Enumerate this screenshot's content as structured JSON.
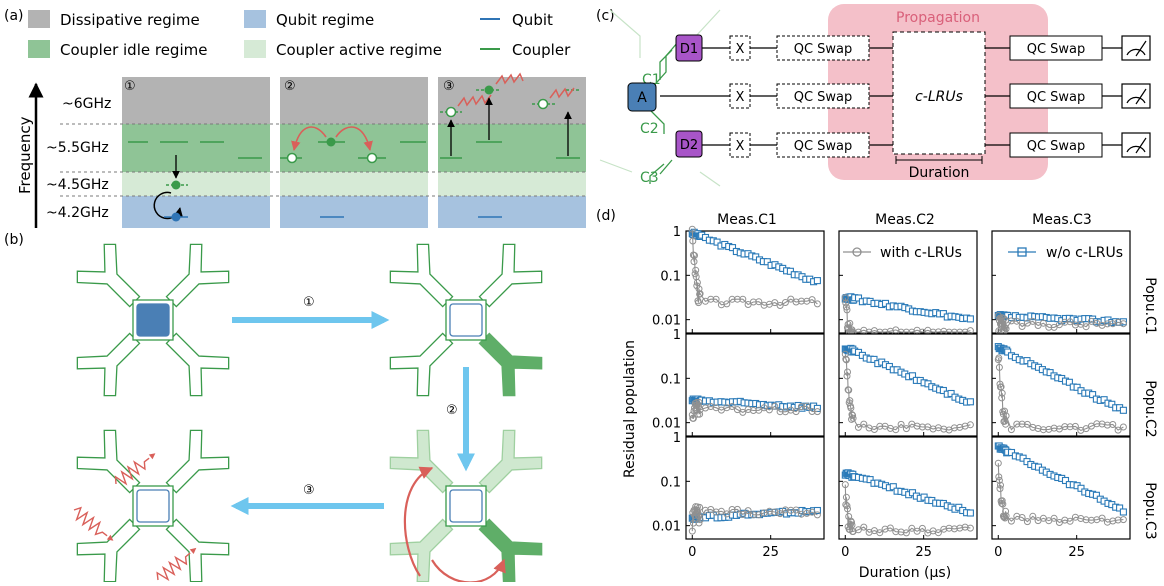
{
  "panel_labels": {
    "a": "(a)",
    "b": "(b)",
    "c": "(c)",
    "d": "(d)"
  },
  "colors": {
    "dissipative": "#b3b3b3",
    "qubit_regime": "#a6c2df",
    "coupler_idle": "#8fc496",
    "coupler_active": "#d6ead6",
    "qubit_line": "#2f74b5",
    "coupler_line": "#3a9a4a",
    "transfer_arrow": "#6ec6ee",
    "loss_red": "#d9605a",
    "pink_region": "#f4c0c9",
    "ancilla": "#4a7fb5",
    "data_qubit": "#a855c8",
    "gray_series": "#909090",
    "blue_series": "#2a7ab8"
  },
  "panel_a": {
    "legend": [
      {
        "label": "Dissipative regime",
        "swatch": "dissipative"
      },
      {
        "label": "Qubit regime",
        "swatch": "qubit_regime"
      },
      {
        "label": "Coupler idle regime",
        "swatch": "coupler_idle"
      },
      {
        "label": "Coupler active regime",
        "swatch": "coupler_active"
      }
    ],
    "line_legend": [
      {
        "label": "Qubit",
        "color": "qubit_line"
      },
      {
        "label": "Coupler",
        "color": "coupler_line"
      }
    ],
    "axis_label": "Frequency",
    "freq_labels": [
      "~6GHz",
      "~5.5GHz",
      "~4.5GHz",
      "~4.2GHz"
    ],
    "steps": [
      "①",
      "②",
      "③"
    ]
  },
  "panel_b": {
    "steps": [
      "①",
      "②",
      "③"
    ]
  },
  "panel_c": {
    "title": "Propagation",
    "qubits": [
      "D1",
      "A",
      "D2"
    ],
    "coupler_labels": [
      "C1",
      "C2",
      "C3"
    ],
    "x_gate": "X",
    "swap_label": "QC Swap",
    "lru_label": "c-LRUs",
    "duration_label": "Duration"
  },
  "chart_data": {
    "type": "scatter",
    "title": "",
    "column_titles": [
      "Meas.C1",
      "Meas.C2",
      "Meas.C3"
    ],
    "row_titles": [
      "Popu.C1",
      "Popu.C2",
      "Popu.C3"
    ],
    "xlabel": "Duration (μs)",
    "ylabel": "Residual population",
    "xlim": [
      -2,
      42
    ],
    "ylim": [
      0.005,
      1
    ],
    "yscale": "log",
    "xticks": [
      0,
      25
    ],
    "yticks": [
      {
        "v": 1,
        "label": "1"
      },
      {
        "v": 0.1,
        "label": "0.1"
      },
      {
        "v": 0.01,
        "label": "0.01"
      }
    ],
    "legend": [
      {
        "name": "with c-LRUs",
        "series": "gray"
      },
      {
        "name": "w/o c-LRUs",
        "series": "blue"
      }
    ],
    "legend_position": "top (spanning Meas.C2 and Meas.C3 of first row)",
    "panels": [
      {
        "row": 0,
        "col": 0,
        "blue": {
          "start": 0.9,
          "end": 0.07,
          "tail": 0.0
        },
        "gray": {
          "start": 0.8,
          "end": 0.025,
          "tau": 0.5
        }
      },
      {
        "row": 0,
        "col": 1,
        "blue": {
          "start": 0.032,
          "end": 0.01,
          "tail": 0.0
        },
        "gray": {
          "start": 0.025,
          "end": 0.005,
          "tau": 0.5
        }
      },
      {
        "row": 0,
        "col": 2,
        "blue": {
          "start": 0.012,
          "end": 0.009,
          "tail": 0.0
        },
        "gray": {
          "start": 0.011,
          "end": 0.008,
          "tau": 0.5
        }
      },
      {
        "row": 1,
        "col": 0,
        "blue": {
          "start": 0.032,
          "end": 0.022,
          "tail": 0.0
        },
        "gray": {
          "start": 0.015,
          "end": 0.02,
          "tau": 0.5
        }
      },
      {
        "row": 1,
        "col": 1,
        "blue": {
          "start": 0.5,
          "end": 0.027,
          "tail": 0.0
        },
        "gray": {
          "start": 0.4,
          "end": 0.008,
          "tau": 0.5
        }
      },
      {
        "row": 1,
        "col": 2,
        "blue": {
          "start": 0.5,
          "end": 0.018,
          "tail": 0.0
        },
        "gray": {
          "start": 0.35,
          "end": 0.008,
          "tau": 0.5
        }
      },
      {
        "row": 2,
        "col": 0,
        "blue": {
          "start": 0.015,
          "end": 0.022,
          "tail": 0.0
        },
        "gray": {
          "start": 0.012,
          "end": 0.02,
          "tau": 0.5
        }
      },
      {
        "row": 2,
        "col": 1,
        "blue": {
          "start": 0.15,
          "end": 0.02,
          "tail": 0.0
        },
        "gray": {
          "start": 0.06,
          "end": 0.008,
          "tau": 0.5
        }
      },
      {
        "row": 2,
        "col": 2,
        "blue": {
          "start": 0.6,
          "end": 0.022,
          "tail": 0.0
        },
        "gray": {
          "start": 0.2,
          "end": 0.014,
          "tau": 0.5
        }
      }
    ]
  }
}
